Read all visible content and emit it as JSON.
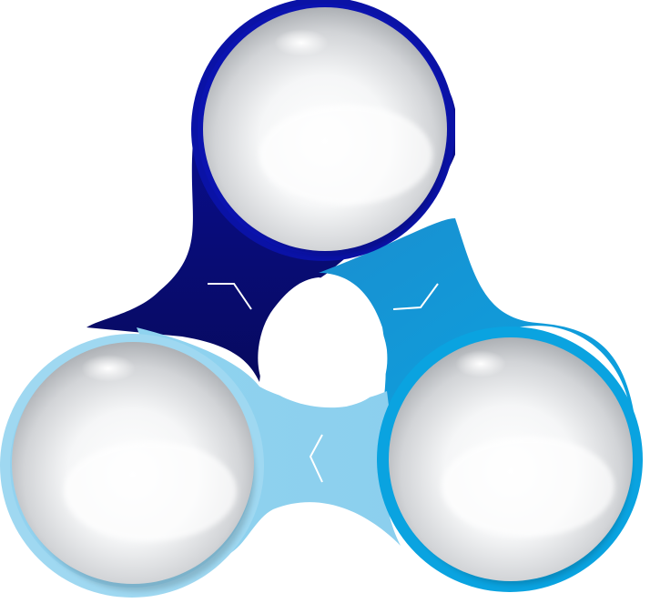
{
  "diagram": {
    "type": "three-node cycle",
    "colors": {
      "top": "#0a0f9e",
      "top_dark": "#070a5e",
      "right": "#0aa3e0",
      "right_mid": "#1794cf",
      "left": "#8fd3ef",
      "left_light": "#a6def4",
      "sphere_light": "#ffffff",
      "sphere_dark": "#9a9ea3"
    },
    "nodes": [
      {
        "id": "top",
        "label": ""
      },
      {
        "id": "right",
        "label": ""
      },
      {
        "id": "left",
        "label": ""
      }
    ],
    "arrows": [
      {
        "from": "left",
        "to": "top",
        "icon": "chevron-arrow-icon"
      },
      {
        "from": "top",
        "to": "right",
        "icon": "chevron-arrow-icon"
      },
      {
        "from": "right",
        "to": "left",
        "icon": "chevron-arrow-icon"
      }
    ]
  }
}
